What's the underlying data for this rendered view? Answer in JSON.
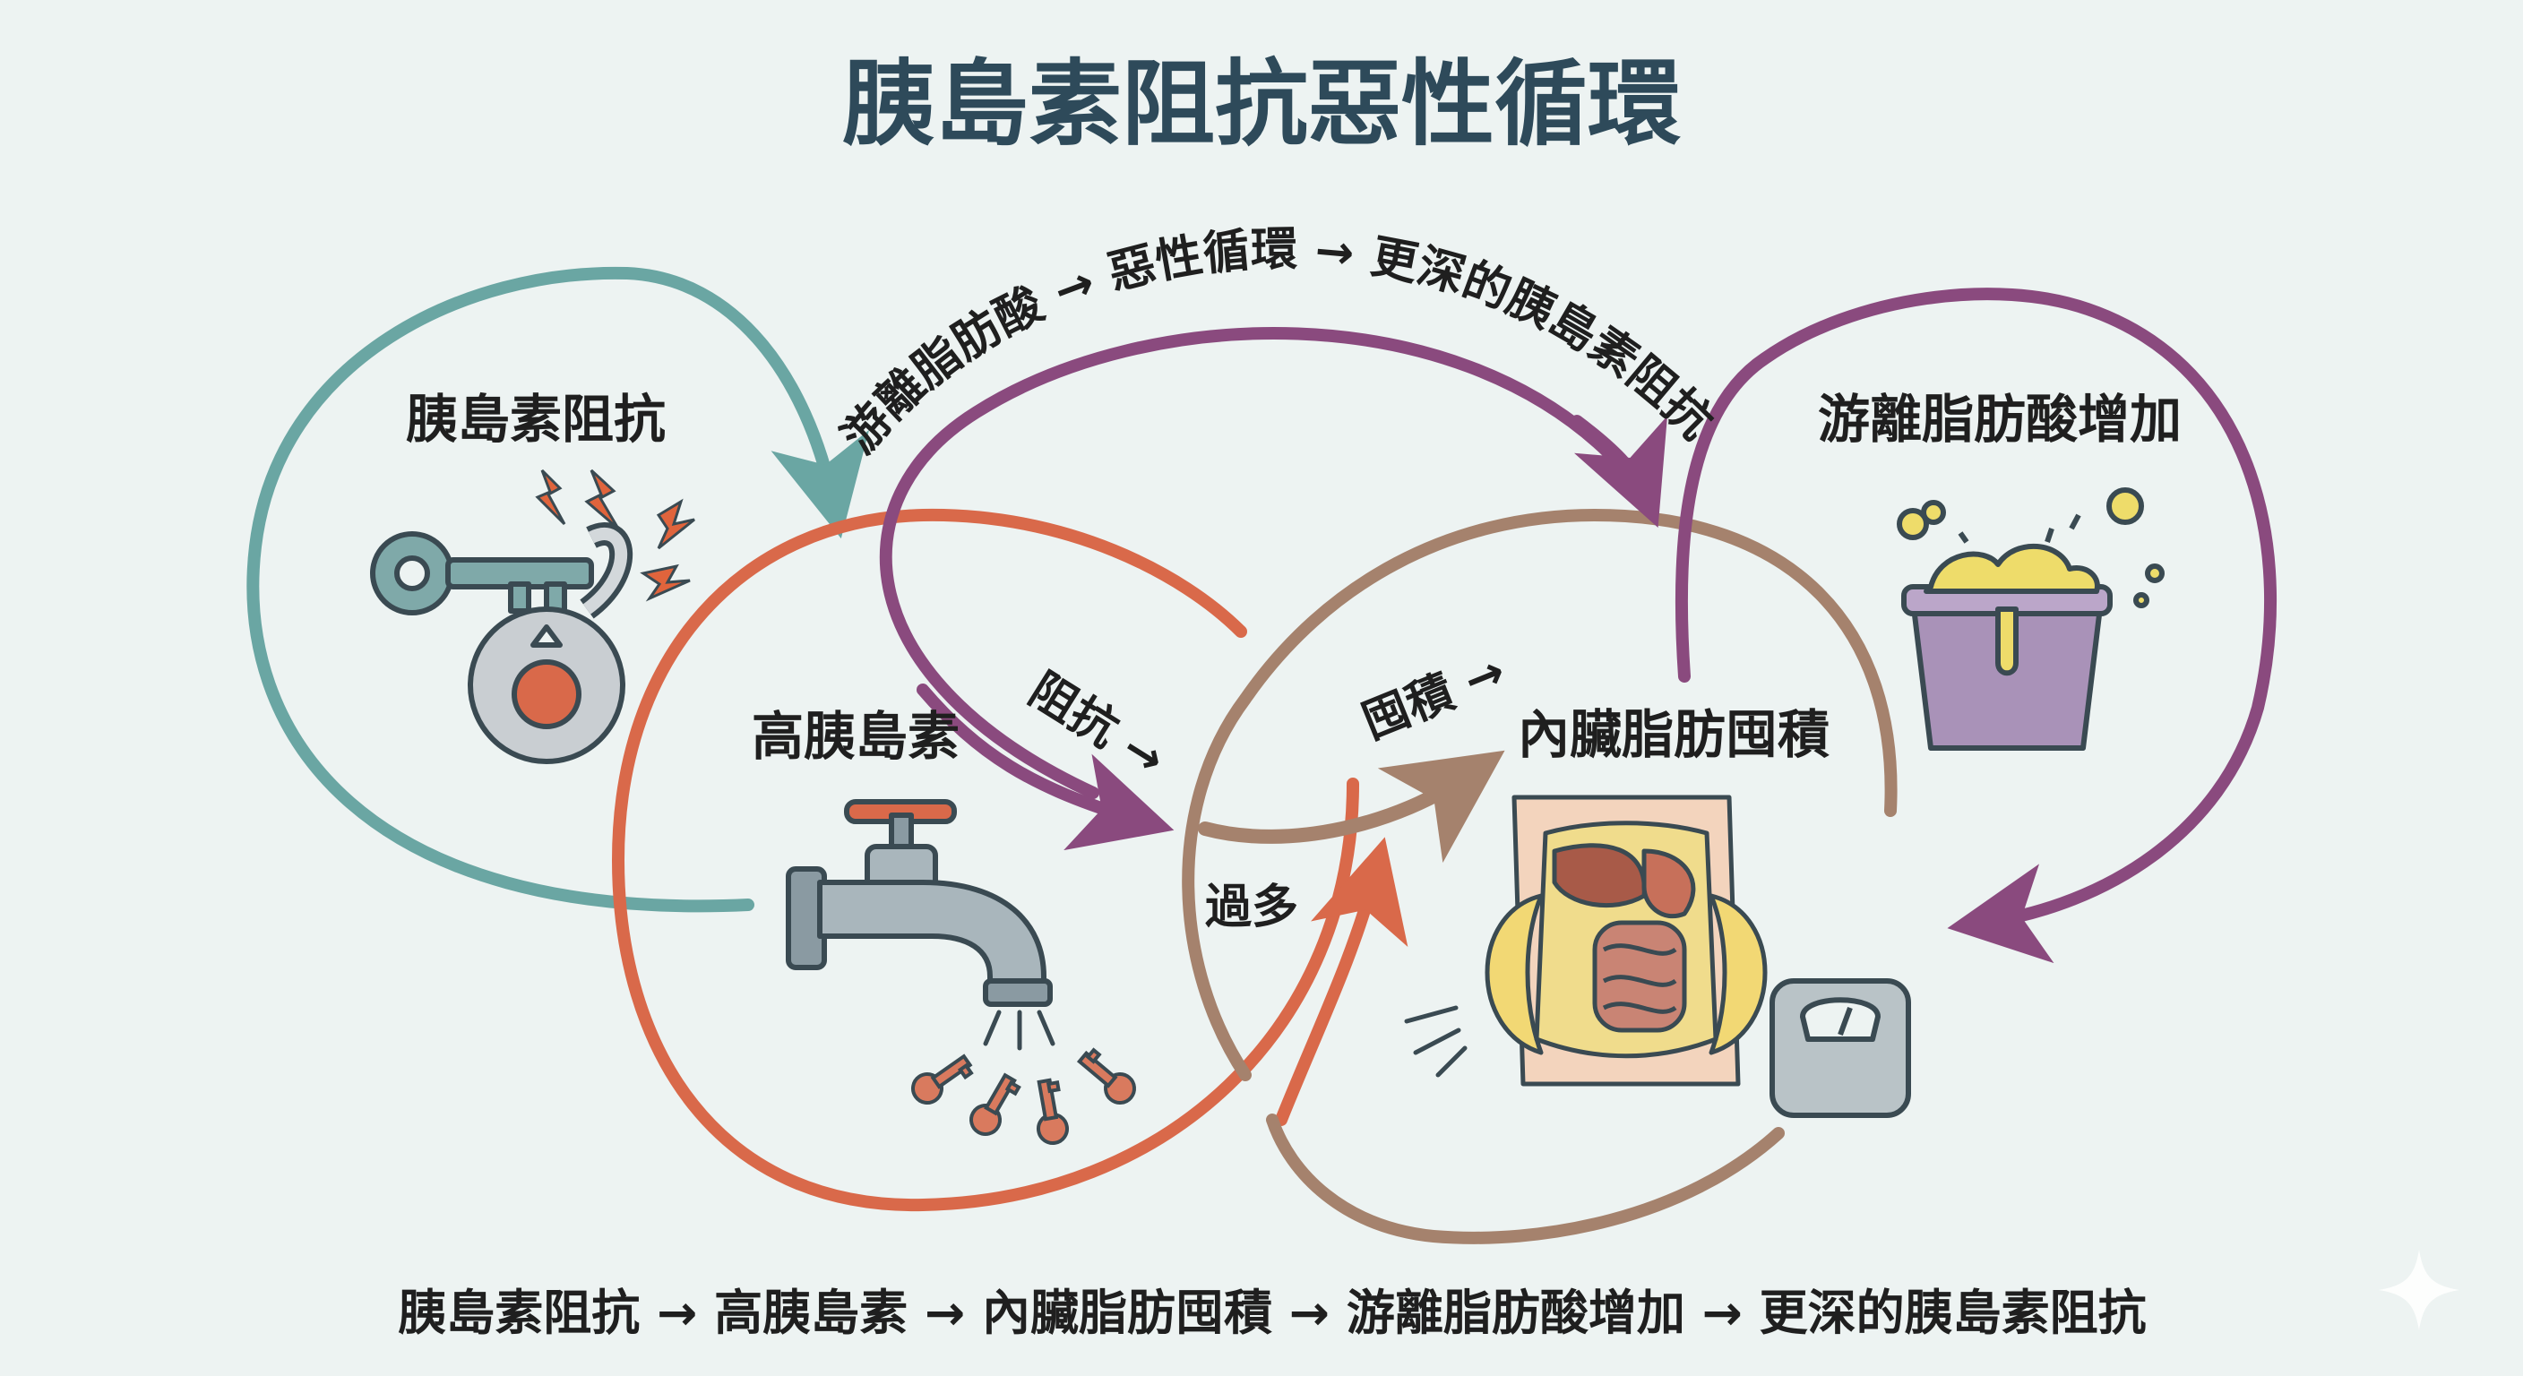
{
  "title": "胰島素阻抗惡性循環",
  "colors": {
    "background": "#edf3f2",
    "teal": "#6aa6a3",
    "orange": "#d9694a",
    "brown": "#a5826d",
    "purple": "#8a4a7e",
    "title": "#2e4a5a",
    "text": "#1f1f1f"
  },
  "nodes": {
    "insulin_resistance": "胰島素阻抗",
    "high_insulin": "高胰島素",
    "visceral_fat": "內臟脂肪囤積",
    "ffa_increase": "游離脂肪酸增加"
  },
  "arrow_labels": {
    "arc_text": "游離脂肪酸 → 惡性循環 → 更深的胰島素阻抗",
    "resist": "阻抗 →",
    "excess": "過多",
    "accumulate": "囤積 →"
  },
  "icons": {
    "key_lock": "key-lock-icon",
    "faucet": "faucet-icon",
    "falling_keys": "falling-keys-icon",
    "abdomen": "abdomen-organs-icon",
    "fat_pot": "fat-pot-icon",
    "scale": "scale-icon",
    "sparkle": "sparkle-icon"
  },
  "footer": "胰島素阻抗 → 高胰島素 → 內臟脂肪囤積 → 游離脂肪酸增加 → 更深的胰島素阻抗"
}
